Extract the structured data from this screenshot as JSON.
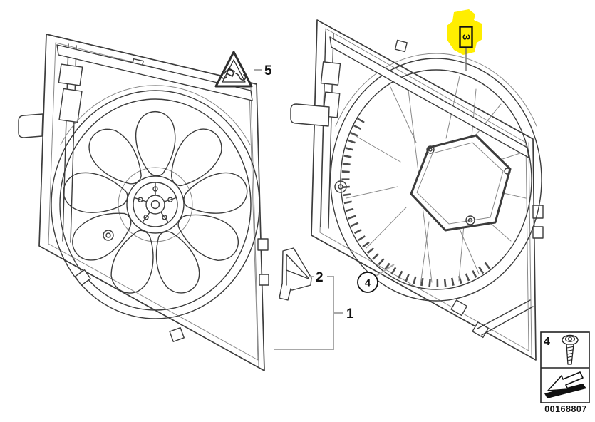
{
  "diagram": {
    "callouts": {
      "shroud_with_fan": "1",
      "bracket": "2",
      "shroud_highlighted": "3",
      "screw": "4",
      "warning": "5"
    },
    "legend": {
      "item_label": "4"
    },
    "footer": {
      "part_number": "00168807"
    },
    "icons": {
      "warning": "warning-triangle",
      "legend_top": "torx-screw",
      "legend_bottom": "direction-arrow",
      "marker": "highlight-blob"
    },
    "colors": {
      "highlight": "#ffee00",
      "line": "#3c3c3c",
      "line_light": "#8a8a8a",
      "leader": "#a8a8a8",
      "background": "#ffffff"
    }
  }
}
